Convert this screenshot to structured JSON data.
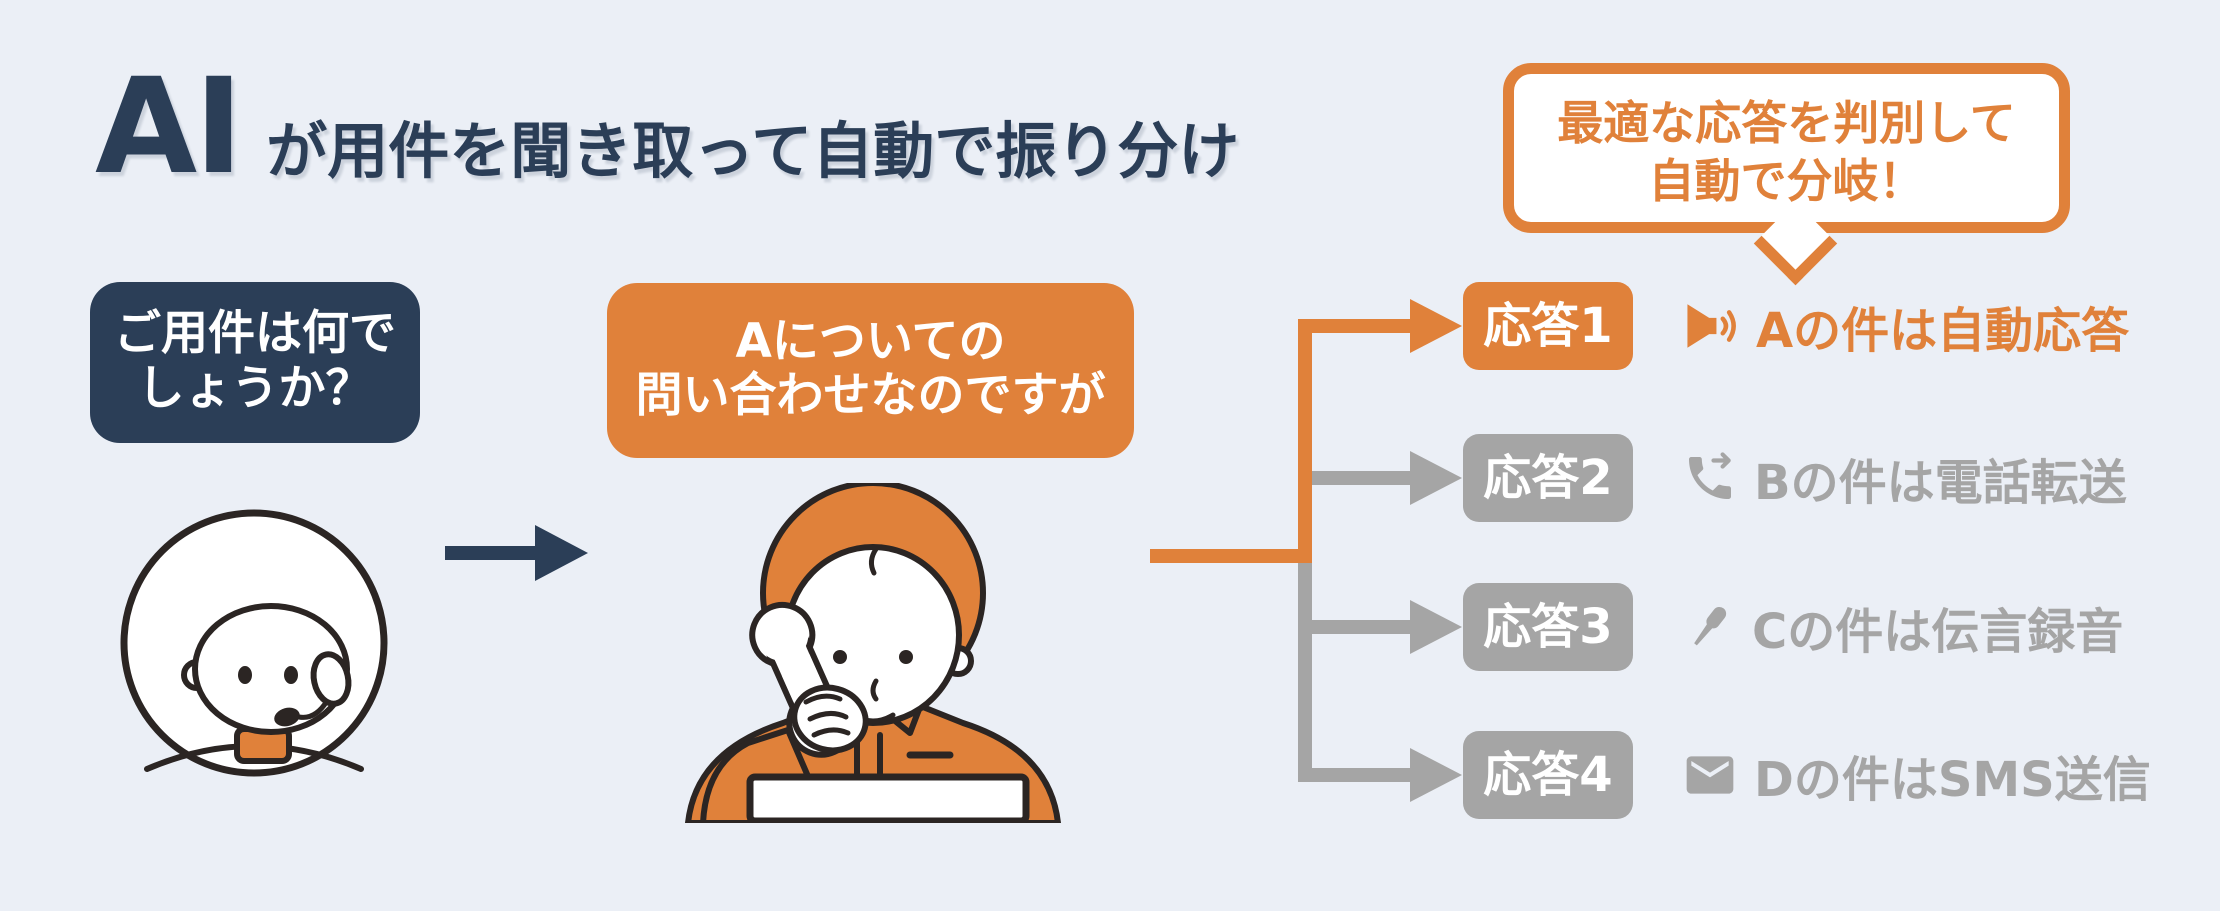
{
  "colors": {
    "background": "#EBEFF6",
    "navy": "#2B3E57",
    "orange": "#E0813A",
    "gray": "#A5A5A5",
    "outline_ink": "#2B2523",
    "white": "#FFFFFF"
  },
  "header": {
    "title_ai": "AI",
    "title_rest": "が用件を聞き取って自動で振り分け"
  },
  "operator_bubble": {
    "line1": "ご用件は何で",
    "line2": "しょうか？"
  },
  "caller_bubble": {
    "line1": "Aについての",
    "line2": "問い合わせなのですが"
  },
  "callout": {
    "line1": "最適な応答を判別して",
    "line2": "自動で分岐！"
  },
  "responses": [
    {
      "box_label": "応答1",
      "description": "Aの件は自動応答",
      "icon": "speaker-icon",
      "state": "active"
    },
    {
      "box_label": "応答2",
      "description": "Bの件は電話転送",
      "icon": "phone-forward-icon",
      "state": "inactive"
    },
    {
      "box_label": "応答3",
      "description": "Cの件は伝言録音",
      "icon": "microphone-icon",
      "state": "inactive"
    },
    {
      "box_label": "応答4",
      "description": "Dの件はSMS送信",
      "icon": "mail-icon",
      "state": "inactive"
    }
  ],
  "illustrations": {
    "operator": "call-center-operator-with-headset",
    "caller": "man-holding-phone-receiver-and-sign"
  }
}
